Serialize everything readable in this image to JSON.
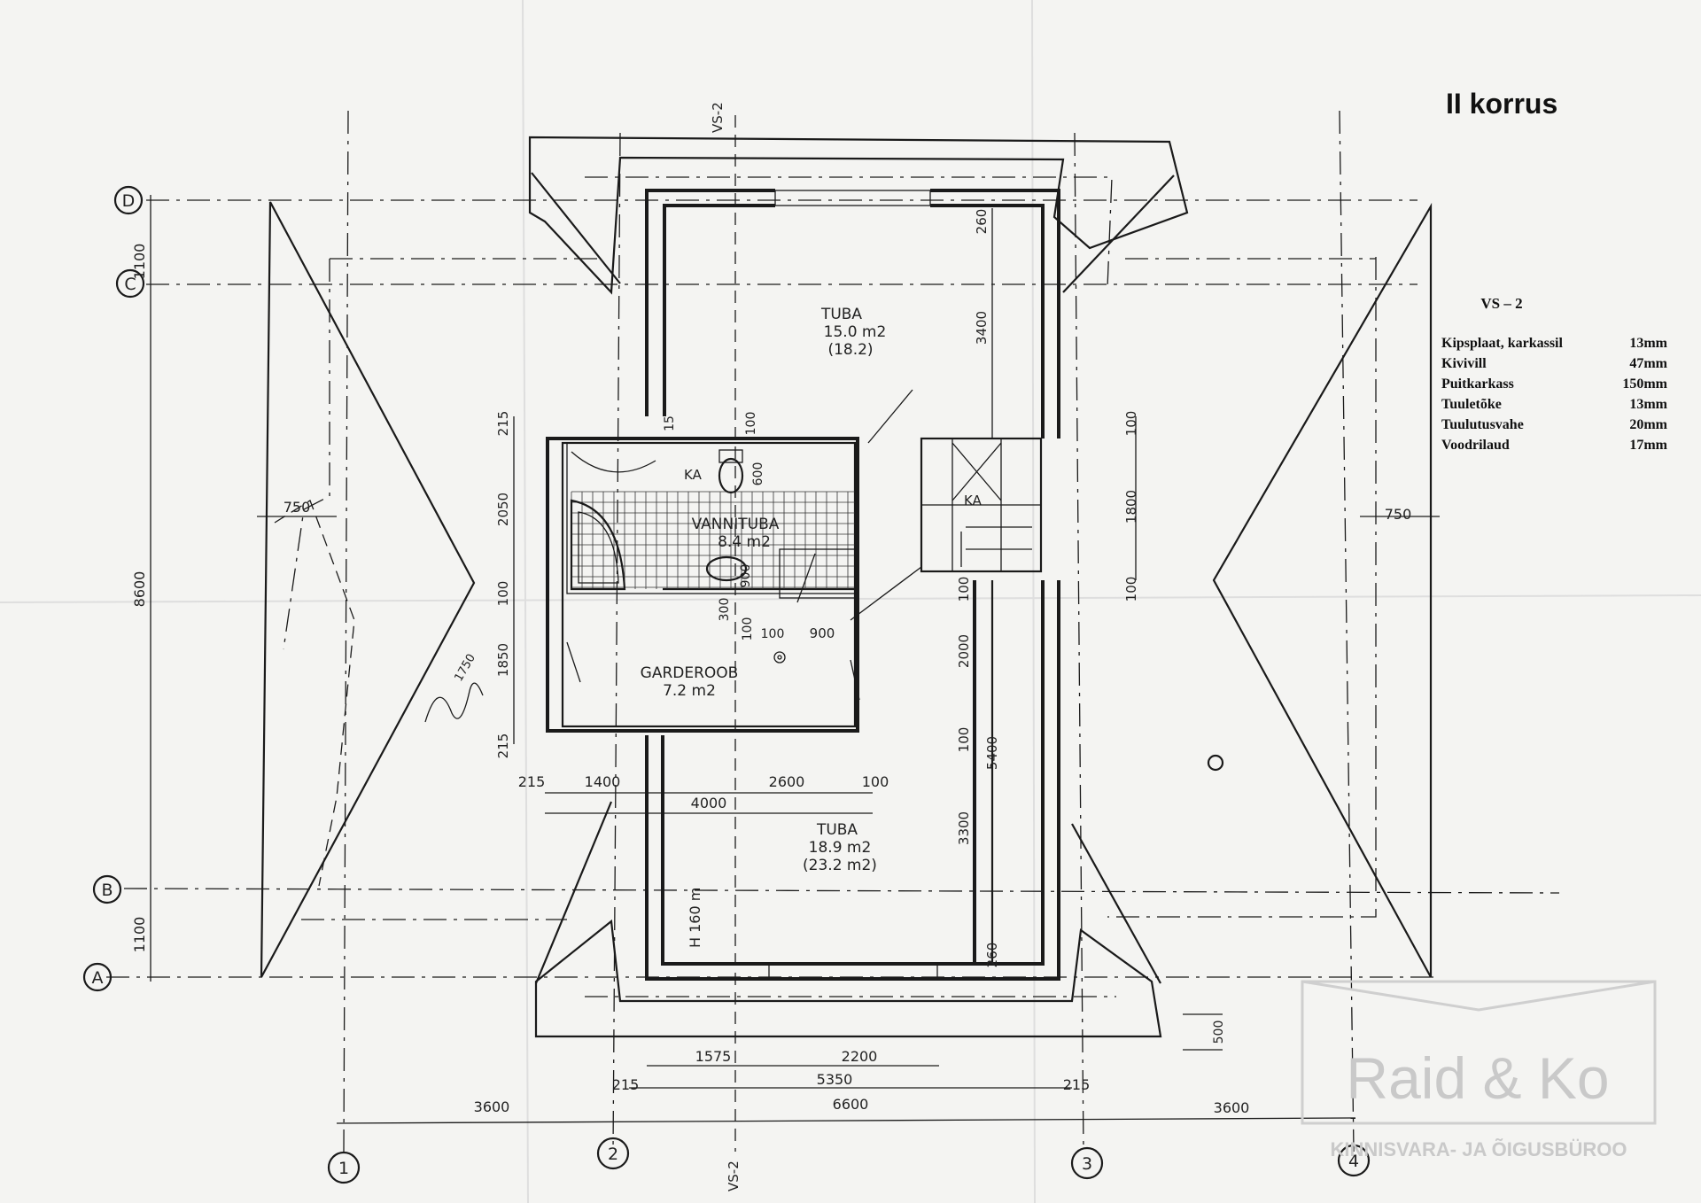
{
  "title": "II korrus",
  "section_marks": {
    "top": "VS-2",
    "bottom": "VS-2"
  },
  "grid": {
    "rows": [
      "D",
      "C",
      "B",
      "A"
    ],
    "cols": [
      "1",
      "2",
      "3",
      "4"
    ]
  },
  "rooms": [
    {
      "name": "TUBA",
      "area": "15.0 m2",
      "area_alt": "(18.2)"
    },
    {
      "name": "VANNITUBA",
      "area": "8.4 m2"
    },
    {
      "name": "GARDEROOB",
      "area": "7.2 m2"
    },
    {
      "name": "TUBA",
      "area": "18.9 m2",
      "area_alt": "(23.2 m2)"
    }
  ],
  "labels": {
    "ka1": "KA",
    "ka2": "KA",
    "h160": "H 160 m",
    "hand_note": "1750"
  },
  "dimensions": {
    "left_1100_top": "1100",
    "left_8600": "8600",
    "left_1100_bot": "1100",
    "d750_left": "750",
    "d750_right": "750",
    "d215_a": "215",
    "d2050": "2050",
    "d100_a": "100",
    "d1850": "1850",
    "d215_b": "215",
    "d260_top": "260",
    "d3400": "3400",
    "d100_b": "100",
    "d1800": "1800",
    "d100_c": "100",
    "d100_d": "100",
    "d2000": "2000",
    "d100_e": "100",
    "d5400": "5400",
    "d3300": "3300",
    "d260_bot": "260",
    "d215_c": "215",
    "d1400": "1400",
    "d2600": "2600",
    "d100_f": "100",
    "d4000": "4000",
    "d15_vt": "15",
    "d100_vt": "100",
    "d600_vt": "600",
    "d900_vt": "900",
    "d300_vt": "300",
    "d100_vt2": "100",
    "d100_vt3": "100",
    "d900_b": "900",
    "d1575": "1575",
    "d2200": "2200",
    "d215_d": "215",
    "d5350": "5350",
    "d215_e": "215",
    "d3600_l": "3600",
    "d6600": "6600",
    "d3600_r": "3600",
    "d500": "500"
  },
  "legend": {
    "title": "VS – 2",
    "rows": [
      {
        "name": "Kipsplaat, karkassil",
        "value": "13mm"
      },
      {
        "name": "Kivivill",
        "value": "47mm"
      },
      {
        "name": "Puitkarkass",
        "value": "150mm"
      },
      {
        "name": "Tuuletõke",
        "value": "13mm"
      },
      {
        "name": "Tuulutusvahe",
        "value": "20mm"
      },
      {
        "name": "Voodrilaud",
        "value": "17mm"
      }
    ]
  },
  "watermark": {
    "brand": "Raid & Ko",
    "tagline": "KINNISVARA- JA ÕIGUSBÜROO"
  }
}
